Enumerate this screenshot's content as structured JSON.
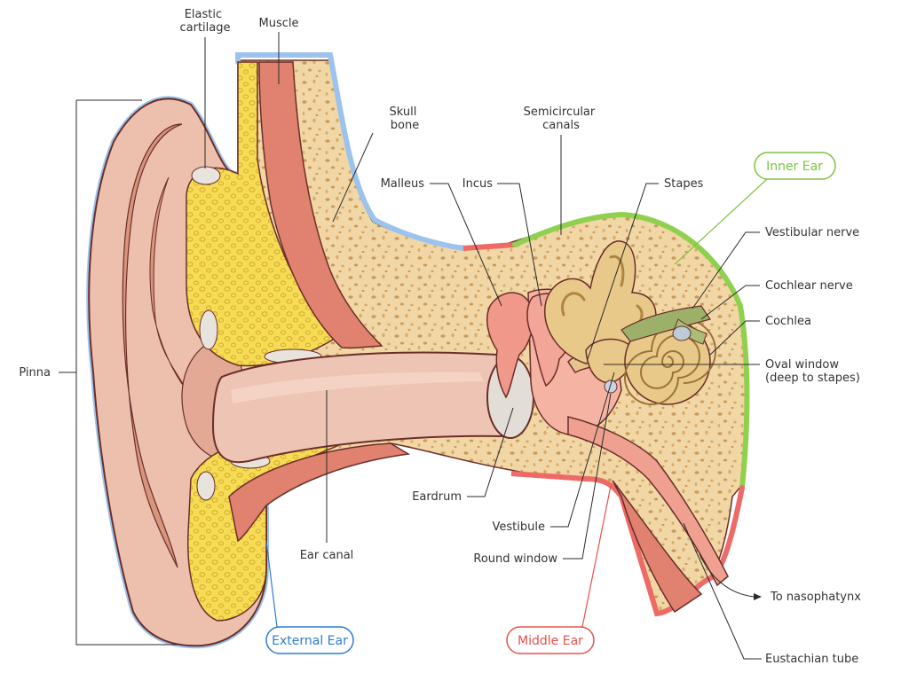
{
  "labels": {
    "elastic_cartilage": [
      "Elastic",
      "cartilage"
    ],
    "muscle": "Muscle",
    "skull_bone": [
      "Skull",
      "bone"
    ],
    "semicircular_canals": [
      "Semicircular",
      "canals"
    ],
    "malleus": "Malleus",
    "incus": "Incus",
    "stapes": "Stapes",
    "vestibular_nerve": "Vestibular nerve",
    "cochlear_nerve": "Cochlear nerve",
    "cochlea": "Cochlea",
    "oval_window": [
      "Oval window",
      "(deep to stapes)"
    ],
    "pinna": "Pinna",
    "eardrum": "Eardrum",
    "vestibule": "Vestibule",
    "round_window": "Round window",
    "ear_canal": "Ear canal",
    "to_nasopharynx": "To nasophatynx",
    "eustachian_tube": "Eustachian tube"
  },
  "regions": {
    "external_ear": {
      "label": "External Ear",
      "color": "#2f7bd3",
      "edge_color": "#9cc3ee"
    },
    "middle_ear": {
      "label": "Middle Ear",
      "color": "#e8504a",
      "edge_color": "#ee6a66"
    },
    "inner_ear": {
      "label": "Inner Ear",
      "color": "#7cc43f",
      "edge_color": "#8fd04f"
    }
  },
  "colors": {
    "skin": "#edc0ad",
    "skin_dark": "#d9947c",
    "bone": "#f2d7a6",
    "cartilage": "#f6dc54",
    "muscle": "#e0826f",
    "ossicle": "#f0988a",
    "labyrinth": "#e8c98a",
    "nerve": "#9cb06a",
    "eardrum": "#e2ddd6"
  }
}
